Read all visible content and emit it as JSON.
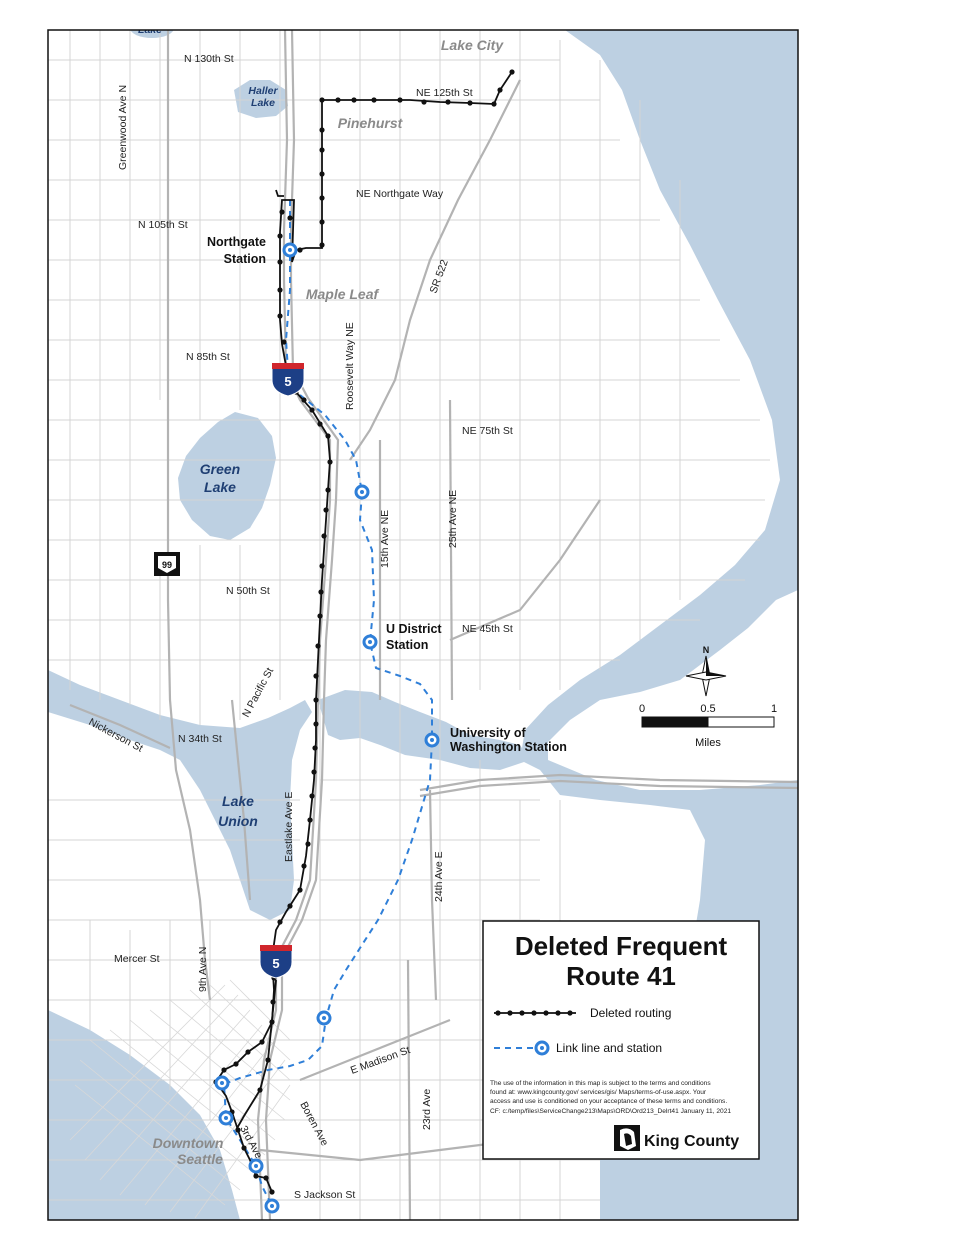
{
  "title_line1": "Deleted Frequent",
  "title_line2": "Route 41",
  "legend": {
    "deleted_routing": "Deleted routing",
    "link_line": "Link line and station"
  },
  "disclaimer": [
    "The use of the information in this map is subject to the terms and conditions",
    "found at: www.kingcounty.gov/ services/gis/ Maps/terms-of-use.aspx. Your",
    "access and use is conditioned on your acceptance of these terms and conditions."
  ],
  "file_path": "CF: c:/temp/files\\ServiceChange213\\Maps\\ORD\\Ord213_Delrt41   January 11, 2021",
  "agency": "King County",
  "scale": {
    "zero": "0",
    "half": "0.5",
    "one": "1",
    "unit": "Miles"
  },
  "north": "N",
  "stations": {
    "northgate_1": "Northgate",
    "northgate_2": "Station",
    "udistrict_1": "U District",
    "udistrict_2": "Station",
    "uw_1": "University of",
    "uw_2": "Washington Station"
  },
  "neighborhoods": {
    "lake_city": "Lake City",
    "pinehurst": "Pinehurst",
    "maple_leaf": "Maple Leaf",
    "downtown_1": "Downtown",
    "downtown_2": "Seattle"
  },
  "lakes": {
    "haller_1": "Haller",
    "haller_2": "Lake",
    "green_1": "Green",
    "green_2": "Lake",
    "union_1": "Lake",
    "union_2": "Union",
    "top_partial": "Lake"
  },
  "streets": {
    "n130": "N 130th St",
    "ne125": "NE 125th St",
    "greenwood": "Greenwood Ave N",
    "northgate_way": "NE Northgate Way",
    "n105": "N 105th St",
    "sr522": "SR 522",
    "n85": "N 85th St",
    "roosevelt": "Roosevelt Way NE",
    "ne75": "NE 75th St",
    "ave15": "15th Ave NE",
    "ave25": "25th Ave NE",
    "n50": "N 50th St",
    "ne45": "NE 45th St",
    "pacific": "N Pacific St",
    "nickerson": "Nickerson St",
    "n34": "N 34th St",
    "eastlake": "Eastlake Ave E",
    "ave24": "24th Ave E",
    "mercer": "Mercer St",
    "ave9": "9th Ave N",
    "madison": "E Madison St",
    "ave23": "23rd Ave",
    "boren": "Boren Ave",
    "ave3": "3rd Ave",
    "jackson": "S Jackson St"
  },
  "shields": {
    "i5": "5",
    "sr99": "99"
  },
  "colors": {
    "water": "#bdd0e2",
    "route": "#111111",
    "link": "#2f7fd8",
    "shield_blue": "#1d3f86",
    "shield_red": "#d0262c"
  }
}
